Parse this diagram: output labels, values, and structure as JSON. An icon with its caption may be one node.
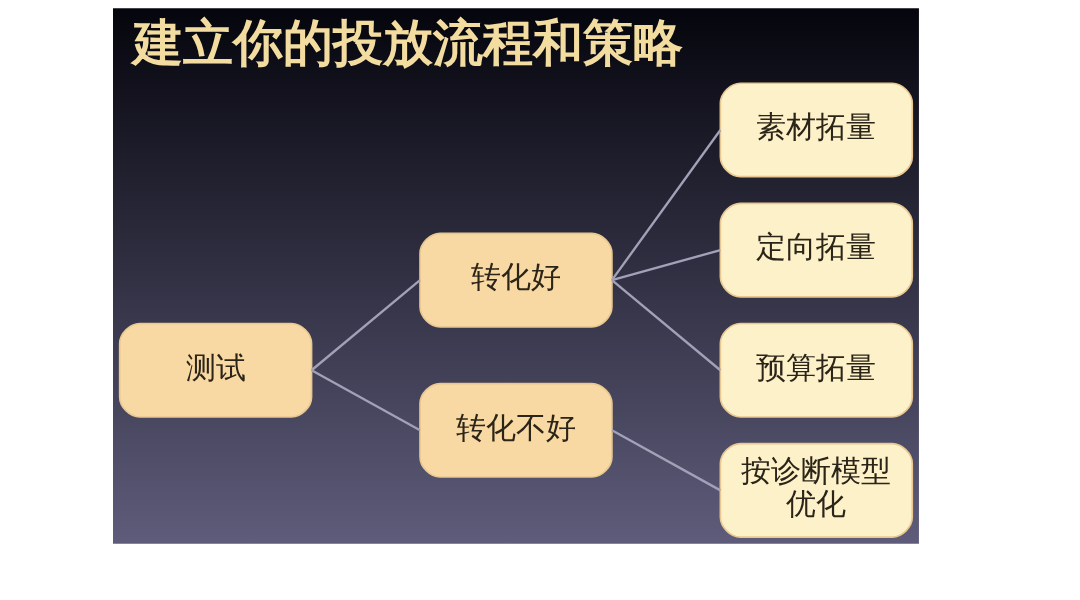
{
  "diagram": {
    "title": "建立你的投放流程和策略",
    "nodes": [
      {
        "text": [
          "测试"
        ]
      },
      {
        "text": [
          "转化好"
        ]
      },
      {
        "text": [
          "转化不好"
        ]
      },
      {
        "text": [
          "素材拓量"
        ]
      },
      {
        "text": [
          "定向拓量"
        ]
      },
      {
        "text": [
          "预算拓量"
        ]
      },
      {
        "text": [
          "按诊断模型优化"
        ]
      }
    ],
    "edges": [
      {
        "from": 0,
        "to": 1,
        "arrow": "none"
      },
      {
        "from": 0,
        "to": 2,
        "arrow": "none"
      },
      {
        "from": 1,
        "to": 3,
        "arrow": "none"
      },
      {
        "from": 1,
        "to": 4,
        "arrow": "none"
      },
      {
        "from": 1,
        "to": 5,
        "arrow": "none"
      },
      {
        "from": 2,
        "to": 6,
        "arrow": "none"
      }
    ]
  }
}
